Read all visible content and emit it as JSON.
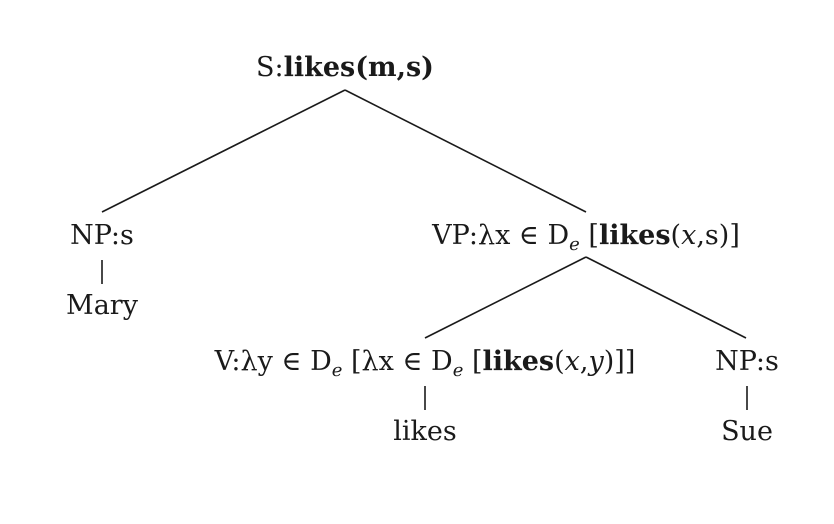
{
  "tree": {
    "root": {
      "cat": "S:",
      "pred": "likes",
      "args": "(m,s)"
    },
    "np_subject": {
      "label": "NP:s",
      "word": "Mary"
    },
    "vp": {
      "cat": "VP:",
      "lambda": "λx",
      "elem": "∈",
      "domain": "D",
      "domain_sub": "e",
      "open": "[",
      "pred": "likes",
      "args_open": "(",
      "var": "x",
      "args_rest": ",s)",
      "close": "]"
    },
    "v": {
      "cat": "V:",
      "lambda": "λy",
      "elem": "∈",
      "domain": "D",
      "domain_sub": "e",
      "open": "[λx",
      "elem2": "∈",
      "domain2": "D",
      "domain2_sub": "e",
      "open2": "[",
      "pred": "likes",
      "args_open": "(",
      "var1": "x",
      "comma": ",",
      "var2": "y",
      "args_close": ")]]",
      "word": "likes"
    },
    "np_object": {
      "label": "NP:s",
      "word": "Sue"
    }
  }
}
